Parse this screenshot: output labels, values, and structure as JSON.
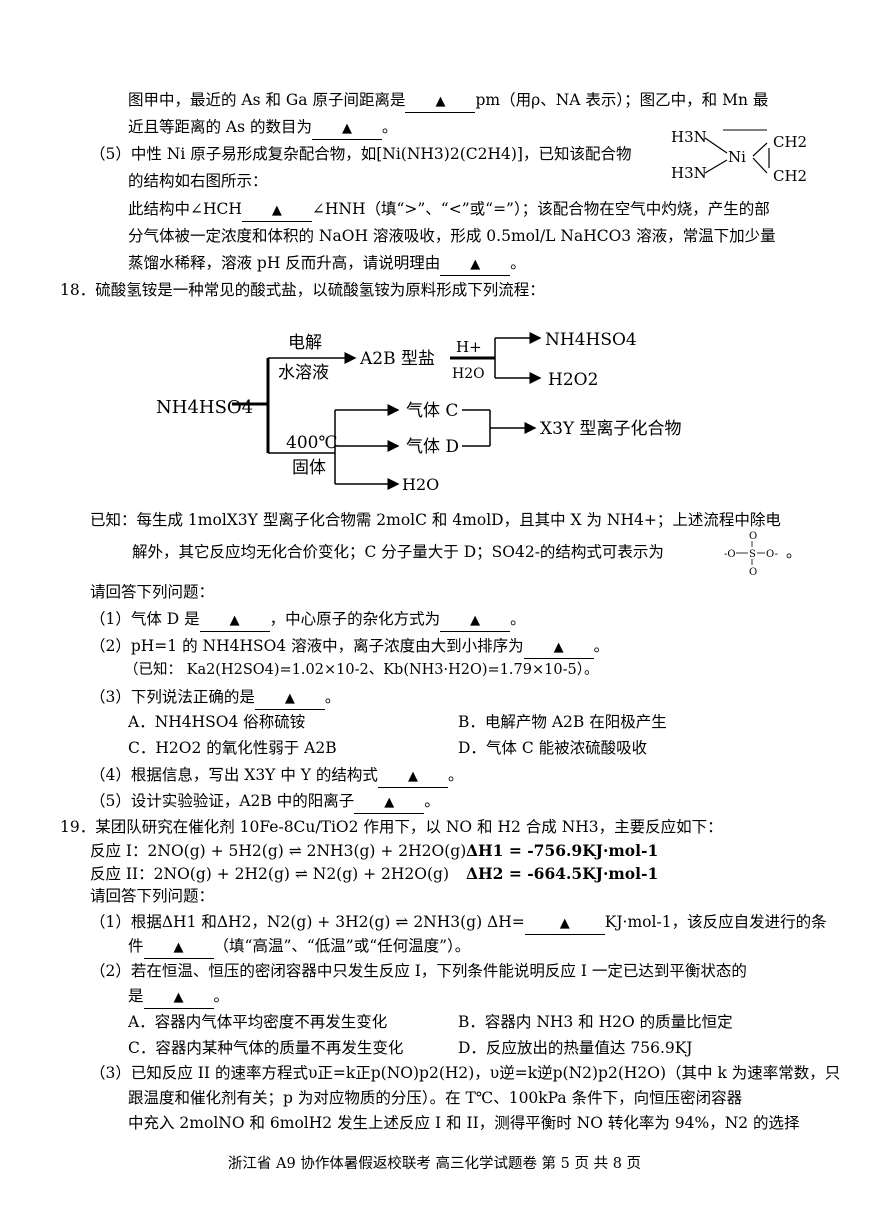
{
  "blank_mark": "▲",
  "q17": {
    "line1a": "图甲中，最近的 As 和 Ga 原子间距离是",
    "line1b": "pm（用ρ、NA 表示）；图乙中，和 Mn 最",
    "line2": "近且等距离的 As 的数目为",
    "p5_line1": "（5）中性 Ni 原子易形成复杂配合物，如[Ni(NH3)2(C2H4)]，已知该配合物",
    "p5_line2": "的结构如右图所示：",
    "p5_line3a": "此结构中∠HCH",
    "p5_line3b": "∠HNH（填“>”、“<”或“=”）；该配合物在空气中灼烧，产生的部",
    "p5_line4": "分气体被一定浓度和体积的 NaOH 溶液吸收，形成 0.5mol/L NaHCO3 溶液，常温下加少量",
    "p5_line5": "蒸馏水稀释，溶液 pH 反而升高，请说明理由",
    "complex": {
      "h3n_top": "H3N",
      "h3n_bot": "H3N",
      "ni": "Ni",
      "ch2_top": "CH2",
      "ch2_bot": "CH2"
    }
  },
  "q18": {
    "stem": "18．硫酸氢铵是一种常见的酸式盐，以硫酸氢铵为原料形成下列流程：",
    "flow": {
      "start": "NH4HSO4",
      "cond_up1": "电解",
      "cond_up2": "水溶液",
      "a2b": "A2B 型盐",
      "hplus": "H+",
      "h2o_cond": "H2O",
      "out1": "NH4HSO4",
      "out2": "H2O2",
      "cond_dn1": "400℃",
      "cond_dn2": "固体",
      "gas_c": "气体 C",
      "gas_d": "气体 D",
      "h2o_out": "H2O",
      "x3y": "X3Y 型离子化合物"
    },
    "known1": "已知：每生成 1molX3Y 型离子化合物需 2molC 和 4molD，且其中 X 为 NH4+；上述流程中除电",
    "known2": "解外，其它反应均无化合价变化；C 分子量大于 D；SO42-的结构式可表示为",
    "answer_intro": "请回答下列问题：",
    "p1a": "（1）气体 D 是",
    "p1b": "，中心原子的杂化方式为",
    "p2a": "（2）pH=1 的 NH4HSO4 溶液中，离子浓度由大到小排序为",
    "p2_note": "（已知：  Ka2(H2SO4)=1.02×10-2、Kb(NH3·H2O)=1.79×10-5）。",
    "p3a": "（3）下列说法正确的是",
    "optA": "A．NH4HSO4 俗称硫铵",
    "optB": "B．电解产物 A2B 在阳极产生",
    "optC": "C．H2O2 的氧化性弱于 A2B",
    "optD": "D．气体 C 能被浓硫酸吸收",
    "p4a": "（4）根据信息，写出 X3Y 中 Y 的结构式",
    "p5a": "（5）设计实验验证，A2B 中的阳离子"
  },
  "q19": {
    "stem": "19．某团队研究在催化剂 10Fe-8Cu/TiO2 作用下，以 NO 和 H2 合成 NH3，主要反应如下：",
    "r1": "反应 I：2NO(g) + 5H2(g) ⇌ 2NH3(g) + 2H2O(g)",
    "r1_dh": "ΔH1 = -756.9KJ·mol-1",
    "r2": "反应 II：2NO(g) + 2H2(g) ⇌ N2(g) + 2H2O(g)",
    "r2_dh": "ΔH2 = -664.5KJ·mol-1",
    "answer_intro": "请回答下列问题：",
    "p1a": "（1）根据ΔH1 和ΔH2，N2(g) + 3H2(g) ⇌ 2NH3(g)  ΔH=",
    "p1b": "KJ·mol-1，该反应自发进行的条",
    "p1c": "件",
    "p1d": "（填“高温”、“低温”或“任何温度”）。",
    "p2a": "（2）若在恒温、恒压的密闭容器中只发生反应 I，下列条件能说明反应 I 一定已达到平衡状态的",
    "p2b": "是",
    "optA": "A．容器内气体平均密度不再发生变化",
    "optB": "B．容器内 NH3 和 H2O 的质量比恒定",
    "optC": "C．容器内某种气体的质量不再发生变化",
    "optD": "D．反应放出的热量值达 756.9KJ",
    "p3_line1": "（3）已知反应 II 的速率方程式υ正=k正p(NO)p2(H2)，υ逆=k逆p(N2)p2(H2O)（其中 k 为速率常数，只",
    "p3_line2": "跟温度和催化剂有关；p 为对应物质的分压）。在 T℃、100kPa 条件下，向恒压密闭容器",
    "p3_line3": "中充入 2molNO 和 6molH2 发生上述反应 I 和 II，测得平衡时 NO 转化率为 94%，N2 的选择"
  },
  "footer": "浙江省 A9 协作体暑假返校联考  高三化学试题卷   第 5 页  共 8 页"
}
